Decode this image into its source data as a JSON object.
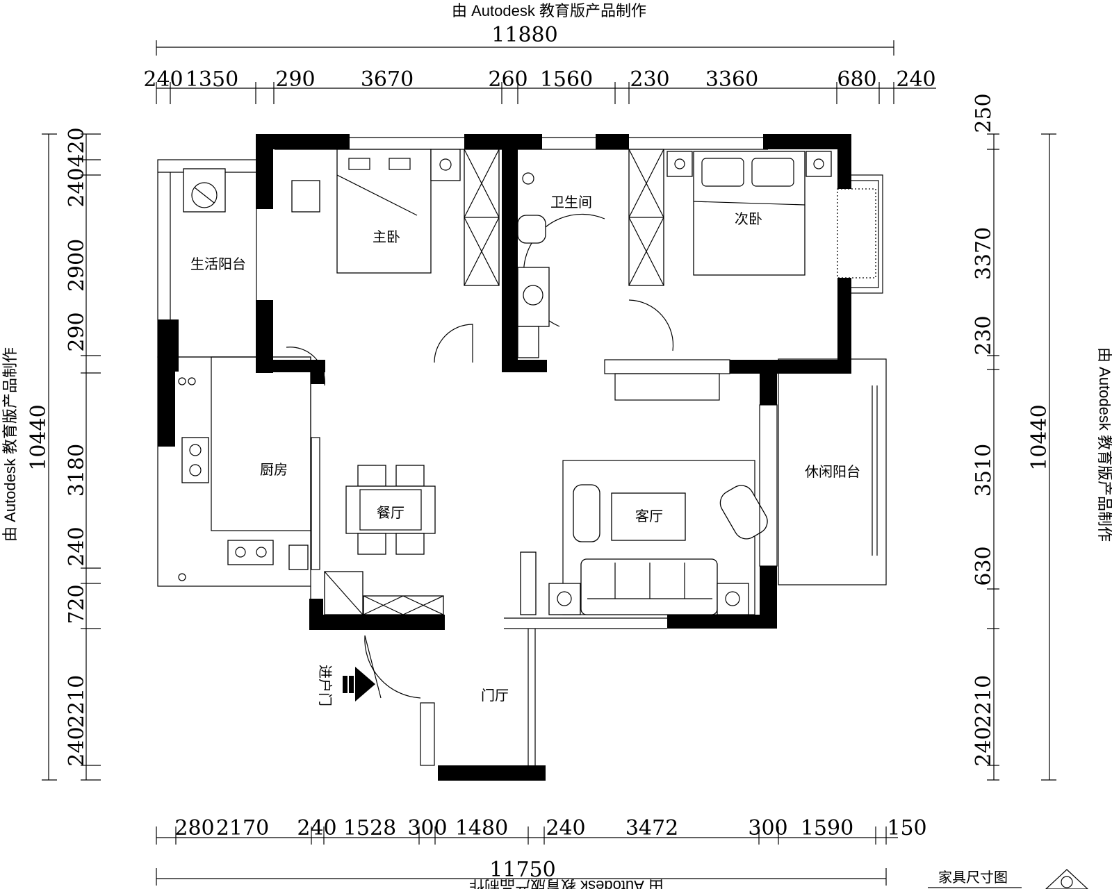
{
  "watermark": "由 Autodesk 教育版产品制作",
  "dimensions": {
    "top_total": "11880",
    "top": [
      "240",
      "1350",
      "290",
      "3670",
      "260",
      "1560",
      "230",
      "3360",
      "680",
      "240"
    ],
    "bottom_total": "11750",
    "bottom": [
      "280",
      "2170",
      "240",
      "1528",
      "300",
      "1480",
      "240",
      "3472",
      "300",
      "1590",
      "150"
    ],
    "left_total": "10440",
    "left": [
      "420",
      "240",
      "2900",
      "290",
      "3180",
      "240",
      "720",
      "2210",
      "240"
    ],
    "right_total": "10440",
    "right": [
      "250",
      "3370",
      "230",
      "3510",
      "630",
      "2210",
      "240"
    ]
  },
  "rooms": {
    "living_balcony": "生活阳台",
    "master_bedroom": "主卧",
    "bathroom": "卫生间",
    "second_bedroom": "次卧",
    "kitchen": "厨房",
    "dining": "餐厅",
    "living_room": "客厅",
    "leisure_balcony": "休闲阳台",
    "foyer": "门厅",
    "entrance": "进户门"
  },
  "title_block": {
    "title": "家具尺寸图"
  }
}
